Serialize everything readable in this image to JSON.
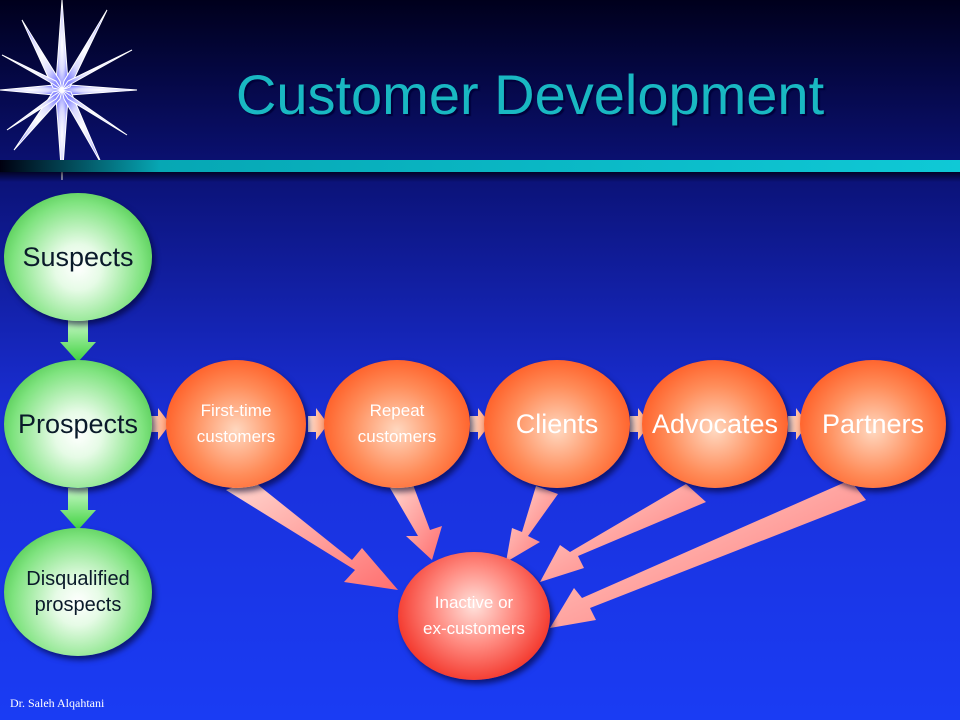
{
  "slide": {
    "title": "Customer Development",
    "footer": "Dr. Saleh Alqahtani"
  },
  "nodes": {
    "suspects": "Suspects",
    "prospects": "Prospects",
    "disqualified": "Disqualified\nprospects",
    "first_time": "First-time\ncustomers",
    "repeat": "Repeat\ncustomers",
    "clients": "Clients",
    "advocates": "Advocates",
    "partners": "Partners",
    "inactive": "Inactive or\nex-customers"
  },
  "colors": {
    "background": "#1a3cf4",
    "title": "#19b8c2",
    "green_node": "#1dac1d",
    "orange_node": "#ff5a22",
    "red_node": "#d81a12"
  },
  "icons": {
    "decoration": "starburst-icon"
  }
}
